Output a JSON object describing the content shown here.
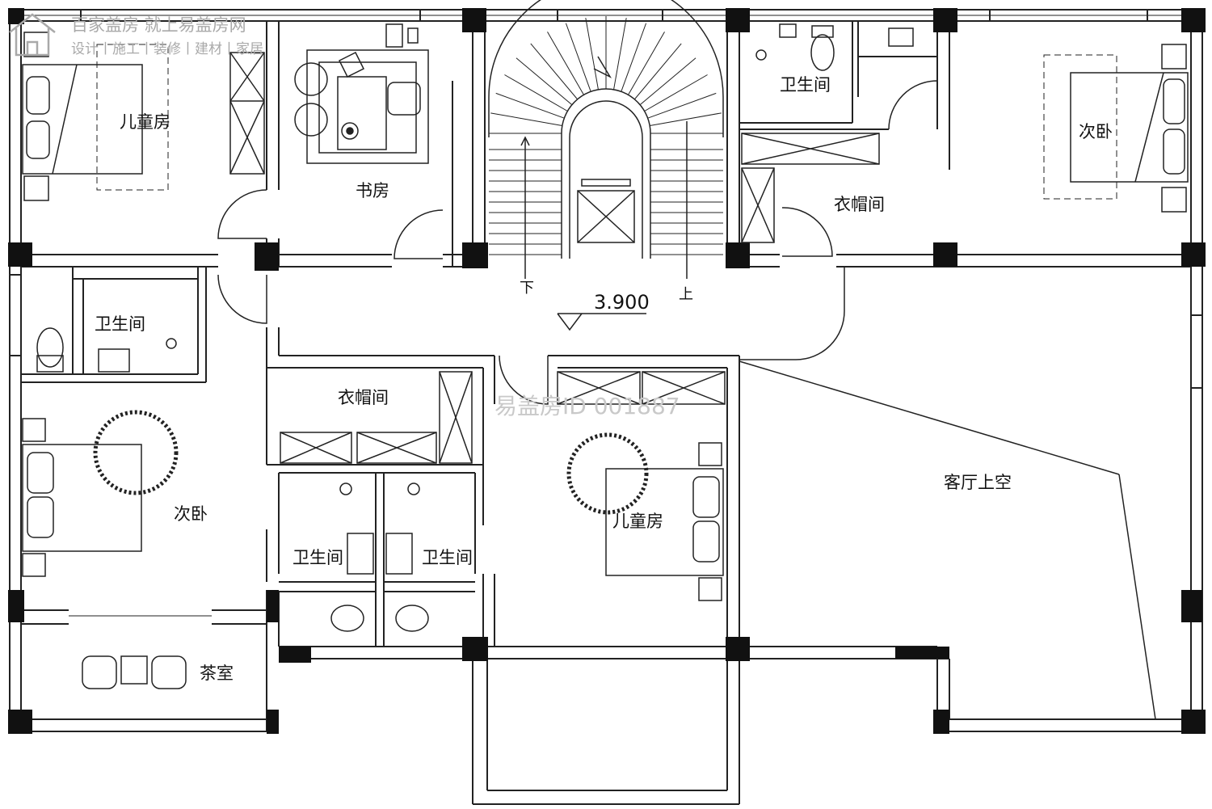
{
  "logo": {
    "title": "百家盖房 就上易盖房网",
    "services": "设计丨施工丨装修丨建材丨家居"
  },
  "watermark": "易盖房ID 001887",
  "elevation": "3.900",
  "stair": {
    "down": "下",
    "up": "上"
  },
  "rooms": {
    "kids_room_top": "儿童房",
    "study": "书房",
    "bath_top_right": "卫生间",
    "second_bed_top_right": "次卧",
    "closet_top_right": "衣帽间",
    "bath_left": "卫生间",
    "closet_center": "衣帽间",
    "second_bed_left": "次卧",
    "bath_center_left": "卫生间",
    "bath_center_right": "卫生间",
    "kids_room_center": "儿童房",
    "living_void": "客厅上空",
    "tea_room": "茶室"
  },
  "colors": {
    "wall": "#111111",
    "line": "#222222",
    "watermark": "#c9c9c9",
    "logo": "#a9a9a9"
  }
}
